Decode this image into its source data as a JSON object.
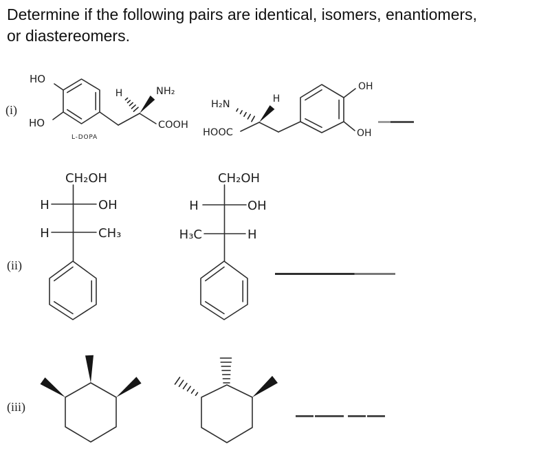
{
  "title": {
    "line1": "Determine if the following pairs are identical, isomers, enantiomers,",
    "line2": "or diastereomers."
  },
  "pair_i": {
    "label": "(i)",
    "left": {
      "ho_top": "HO",
      "ho_bottom": "HO",
      "h": "H",
      "nh2": "NH₂",
      "cooh": "COOH",
      "caption": "L-DOPA"
    },
    "right": {
      "h2n": "H₂N",
      "h": "H",
      "hooc": "HOOC",
      "oh_top": "OH",
      "oh_bottom": "OH"
    }
  },
  "pair_ii": {
    "label": "(ii)",
    "left": {
      "top": "CH₂OH",
      "r1l": "H",
      "r1r": "OH",
      "r2l": "H",
      "r2r": "CH₃"
    },
    "right": {
      "top": "CH₂OH",
      "r1l": "H",
      "r1r": "OH",
      "r2l": "H₃C",
      "r2r": "H"
    }
  },
  "pair_iii": {
    "label": "(iii)"
  }
}
